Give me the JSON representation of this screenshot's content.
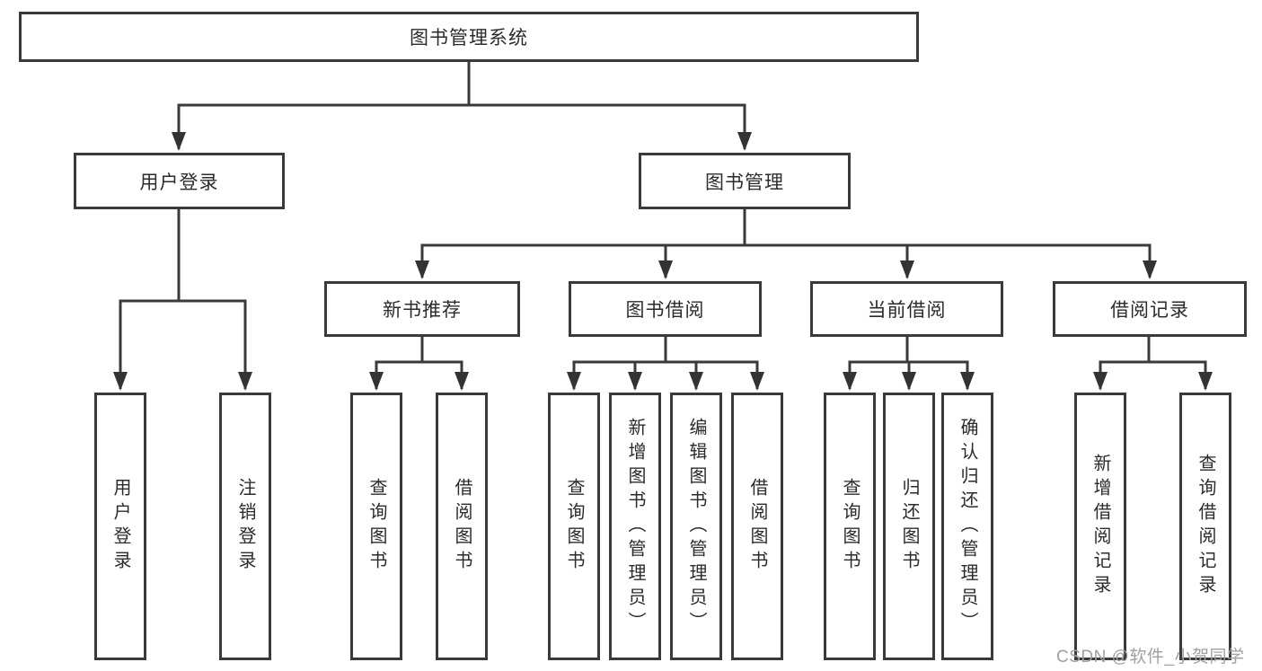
{
  "colors": {
    "line": "#3a3a3a",
    "border": "#3a3a3a",
    "text": "#2b2b2b",
    "watermark": "#a0a0a0",
    "background": "#ffffff"
  },
  "watermark": {
    "text": "CSDN @软件_小贺同学"
  },
  "tree": {
    "root": {
      "label": "图书管理系统"
    },
    "login": {
      "label": "用户登录",
      "children": [
        {
          "label": "用户登录"
        },
        {
          "label": "注销登录"
        }
      ]
    },
    "mgmt": {
      "label": "图书管理",
      "groups": [
        {
          "label": "新书推荐",
          "children": [
            {
              "label": "查询图书"
            },
            {
              "label": "借阅图书"
            }
          ]
        },
        {
          "label": "图书借阅",
          "children": [
            {
              "label": "查询图书"
            },
            {
              "label": "新增图书（管理员）"
            },
            {
              "label": "编辑图书（管理员）"
            },
            {
              "label": "借阅图书"
            }
          ]
        },
        {
          "label": "当前借阅",
          "children": [
            {
              "label": "查询图书"
            },
            {
              "label": "归还图书"
            },
            {
              "label": "确认归还（管理员）"
            }
          ]
        },
        {
          "label": "借阅记录",
          "children": [
            {
              "label": "新增借阅记录"
            },
            {
              "label": "查询借阅记录"
            }
          ]
        }
      ]
    }
  }
}
